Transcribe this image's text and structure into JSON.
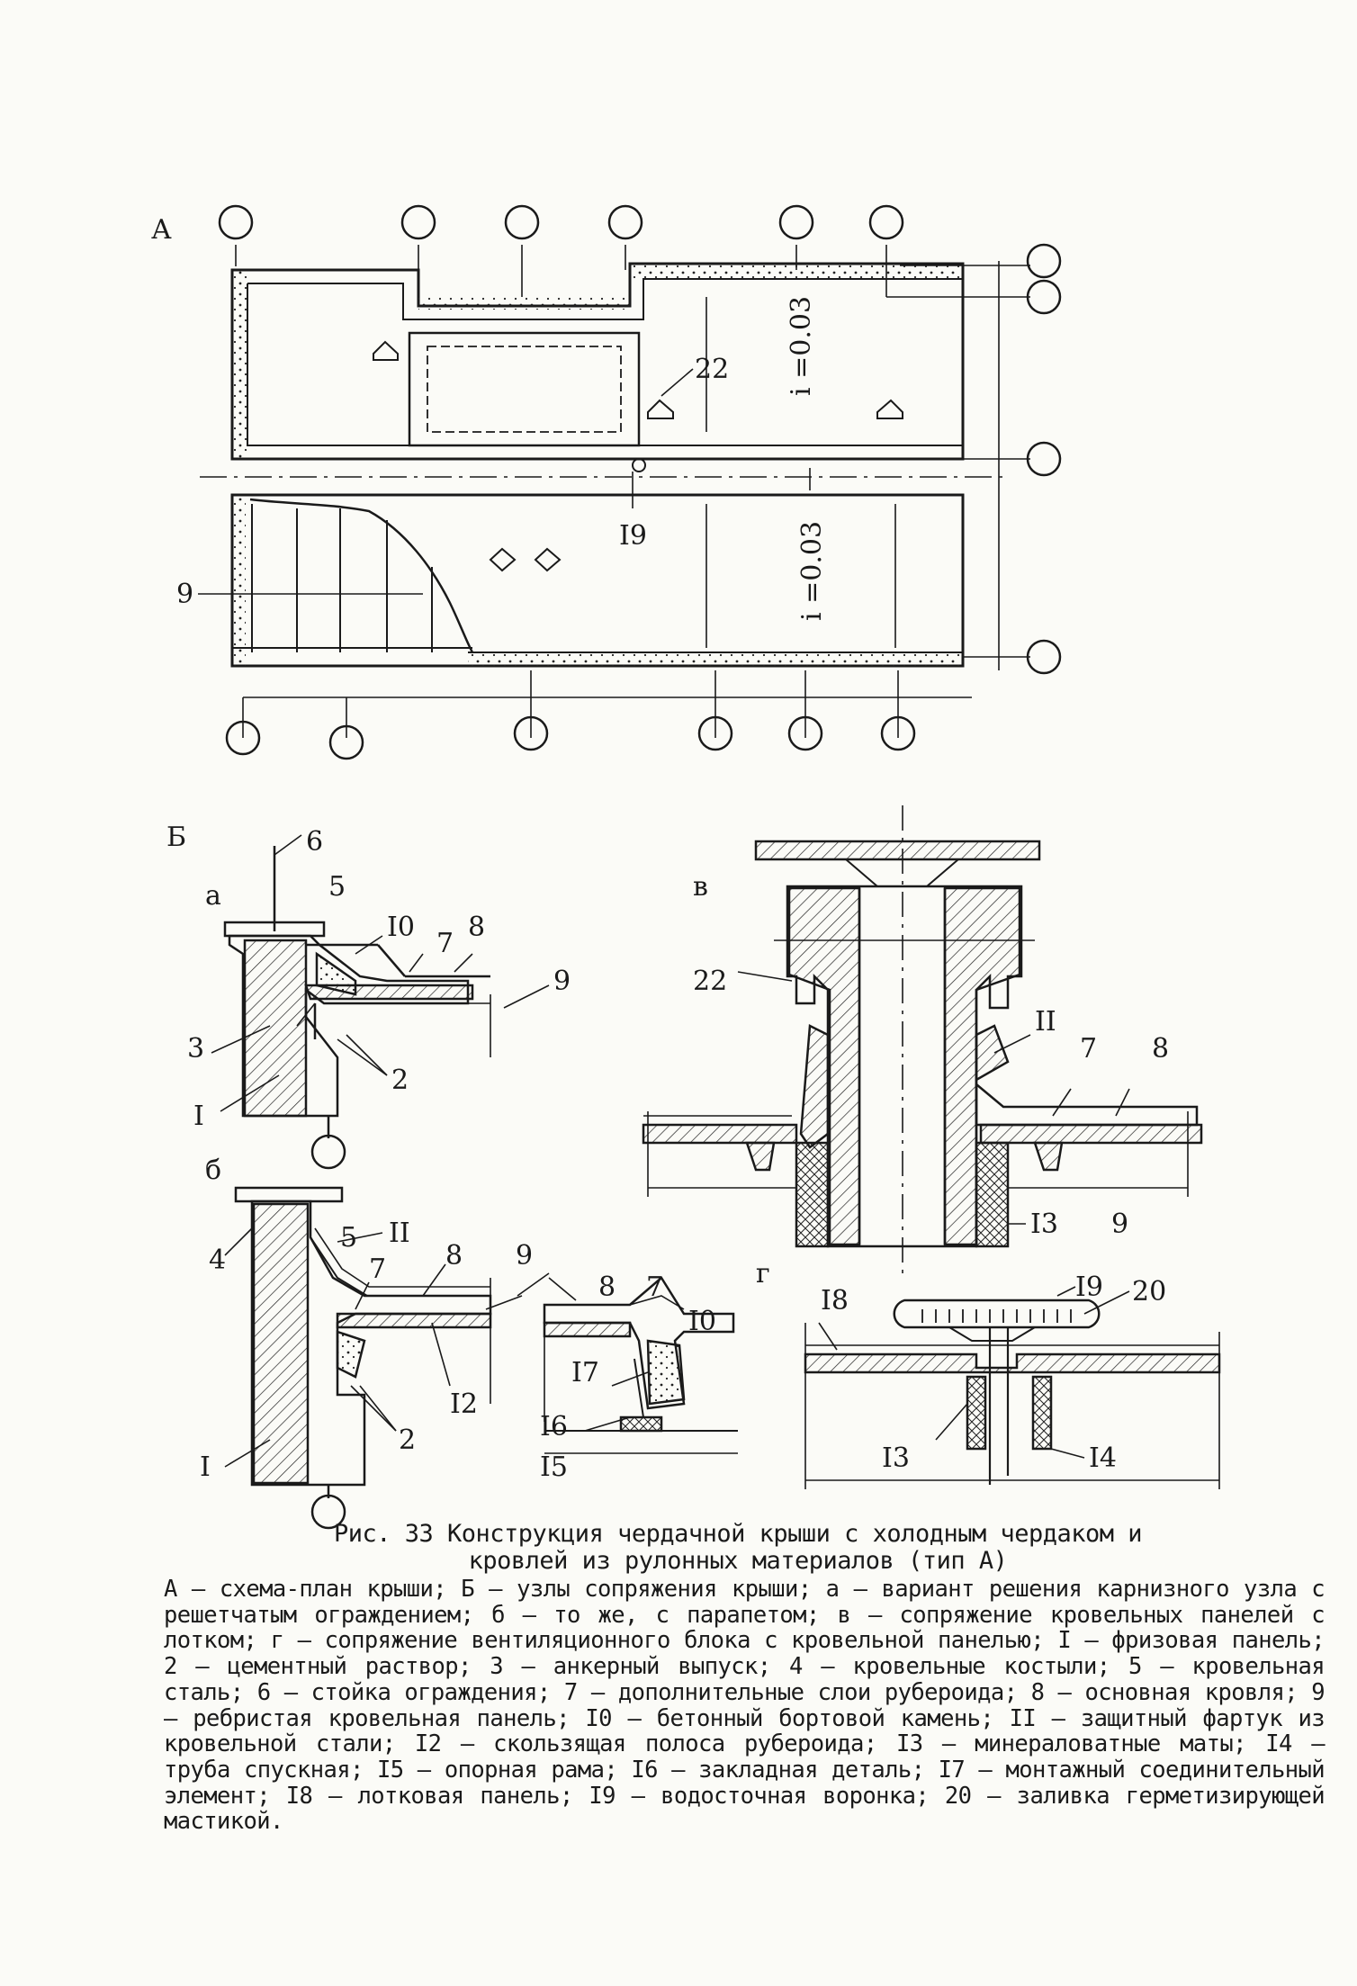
{
  "plan": {
    "section_label": "А",
    "labels": {
      "num_9": "9",
      "num_22": "22",
      "num_19": "I9"
    },
    "slope_top": "i =0.03",
    "slope_bottom": "i =0.03"
  },
  "details": {
    "section_label": "Б",
    "a": {
      "label": "а",
      "nums": [
        "6",
        "5",
        "I0",
        "7",
        "8",
        "9",
        "3",
        "2",
        "I"
      ]
    },
    "b": {
      "label": "б",
      "nums": [
        "4",
        "5",
        "II",
        "7",
        "8",
        "9",
        "8",
        "7",
        "I0",
        "I2",
        "2",
        "I",
        "I7",
        "I6",
        "I5"
      ]
    },
    "v": {
      "label": "в",
      "nums": [
        "22",
        "II",
        "7",
        "8",
        "I3",
        "9"
      ]
    },
    "g": {
      "label": "г",
      "nums": [
        "I8",
        "I9",
        "20",
        "I3",
        "I4"
      ]
    }
  },
  "caption": {
    "title_line1": "Рис. 33 Конструкция чердачной крыши с холодным чердаком и",
    "title_line2": "кровлей из рулонных материалов (тип А)",
    "body": "А – схема-план крыши; Б – узлы сопряжения крыши; а – вариант решения карнизного узла с решетчатым ограждением; б – то же, с парапетом; в – сопряжение кровельных панелей с лотком; г – сопряжение вентиляционного блока с кровельной панелью; I – фризовая панель; 2 – цементный раствор; 3 – анкерный выпуск; 4 – кровельные костыли; 5 – кровельная сталь; 6 – стойка ограждения; 7 – дополнительные слои рубероида; 8 – основная кровля; 9 – ребристая кровельная панель; I0 – бетонный бортовой камень; II – защитный фартук из кровельной стали; I2 – скользящая полоса рубероида; I3 – минераловатные маты; I4 – труба спускная; I5 – опорная рама; I6 – закладная деталь; I7 – монтажный соединительный элемент; I8 – лотковая панель; I9 – водосточная воронка; 20 – заливка герметизирующей мастикой."
  }
}
